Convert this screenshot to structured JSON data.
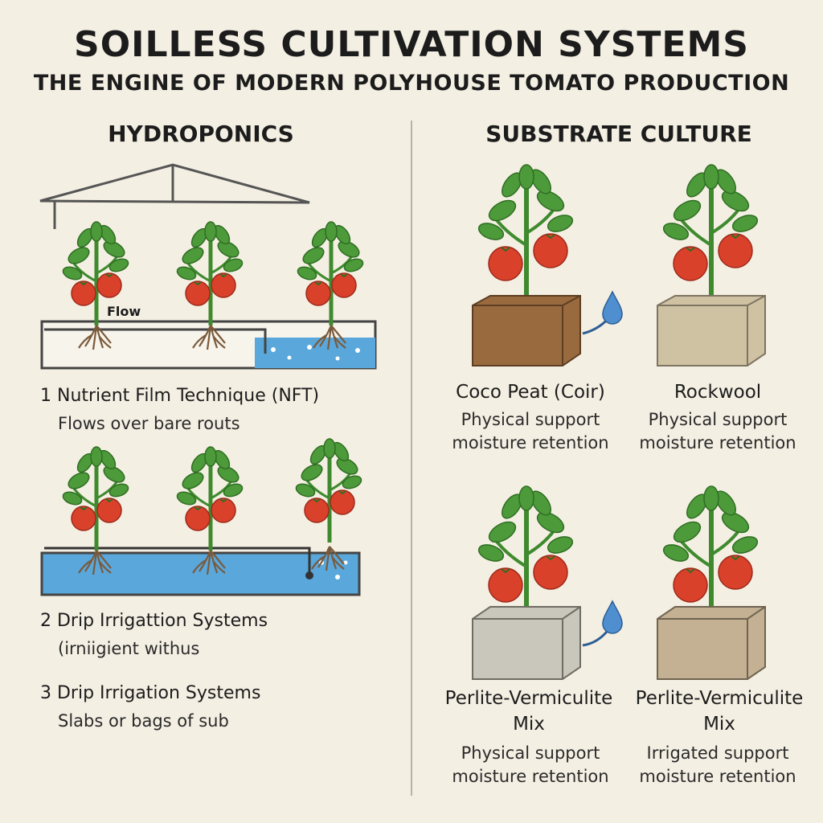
{
  "title": "SOILLESS CULTIVATION SYSTEMS",
  "subtitle": "THE ENGINE OF MODERN POLYHOUSE TOMATO PRODUCTION",
  "hydroponics": {
    "heading": "HYDROPONICS",
    "flow_label": "Flow",
    "items": [
      {
        "title": "1  Nutrient Film Technique (NFT)",
        "desc": "Flows over bare routs"
      },
      {
        "title": "2  Drip Irrigattion Systems",
        "desc": "(irniigient withus"
      },
      {
        "title": "3  Drip Irrigation Systems",
        "desc": "Slabs or bags of sub"
      }
    ]
  },
  "substrate": {
    "heading": "SUBSTRATE CULTURE",
    "items": [
      {
        "name": "Coco Peat (Coir)",
        "desc1": "Physical support",
        "desc2": "moisture retention",
        "color": "#9a6a3f"
      },
      {
        "name": "Rockwool",
        "desc1": "Physical support",
        "desc2": "moisture retention",
        "color": "#cfc2a3"
      },
      {
        "name": "Perlite-Vermiculite Mix",
        "desc1": "Physical support",
        "desc2": "moisture retention",
        "color": "#c9c6bc"
      },
      {
        "name": "Perlite-Vermiculite Mix",
        "desc1": "Irrigated support",
        "desc2": "moisture retention",
        "color": "#c4b193"
      }
    ]
  },
  "colors": {
    "leaf": "#4d9a3a",
    "stem": "#3f8a2e",
    "tomato": "#d9412b",
    "water": "#5aa7dc",
    "root": "#7a5a3a"
  }
}
